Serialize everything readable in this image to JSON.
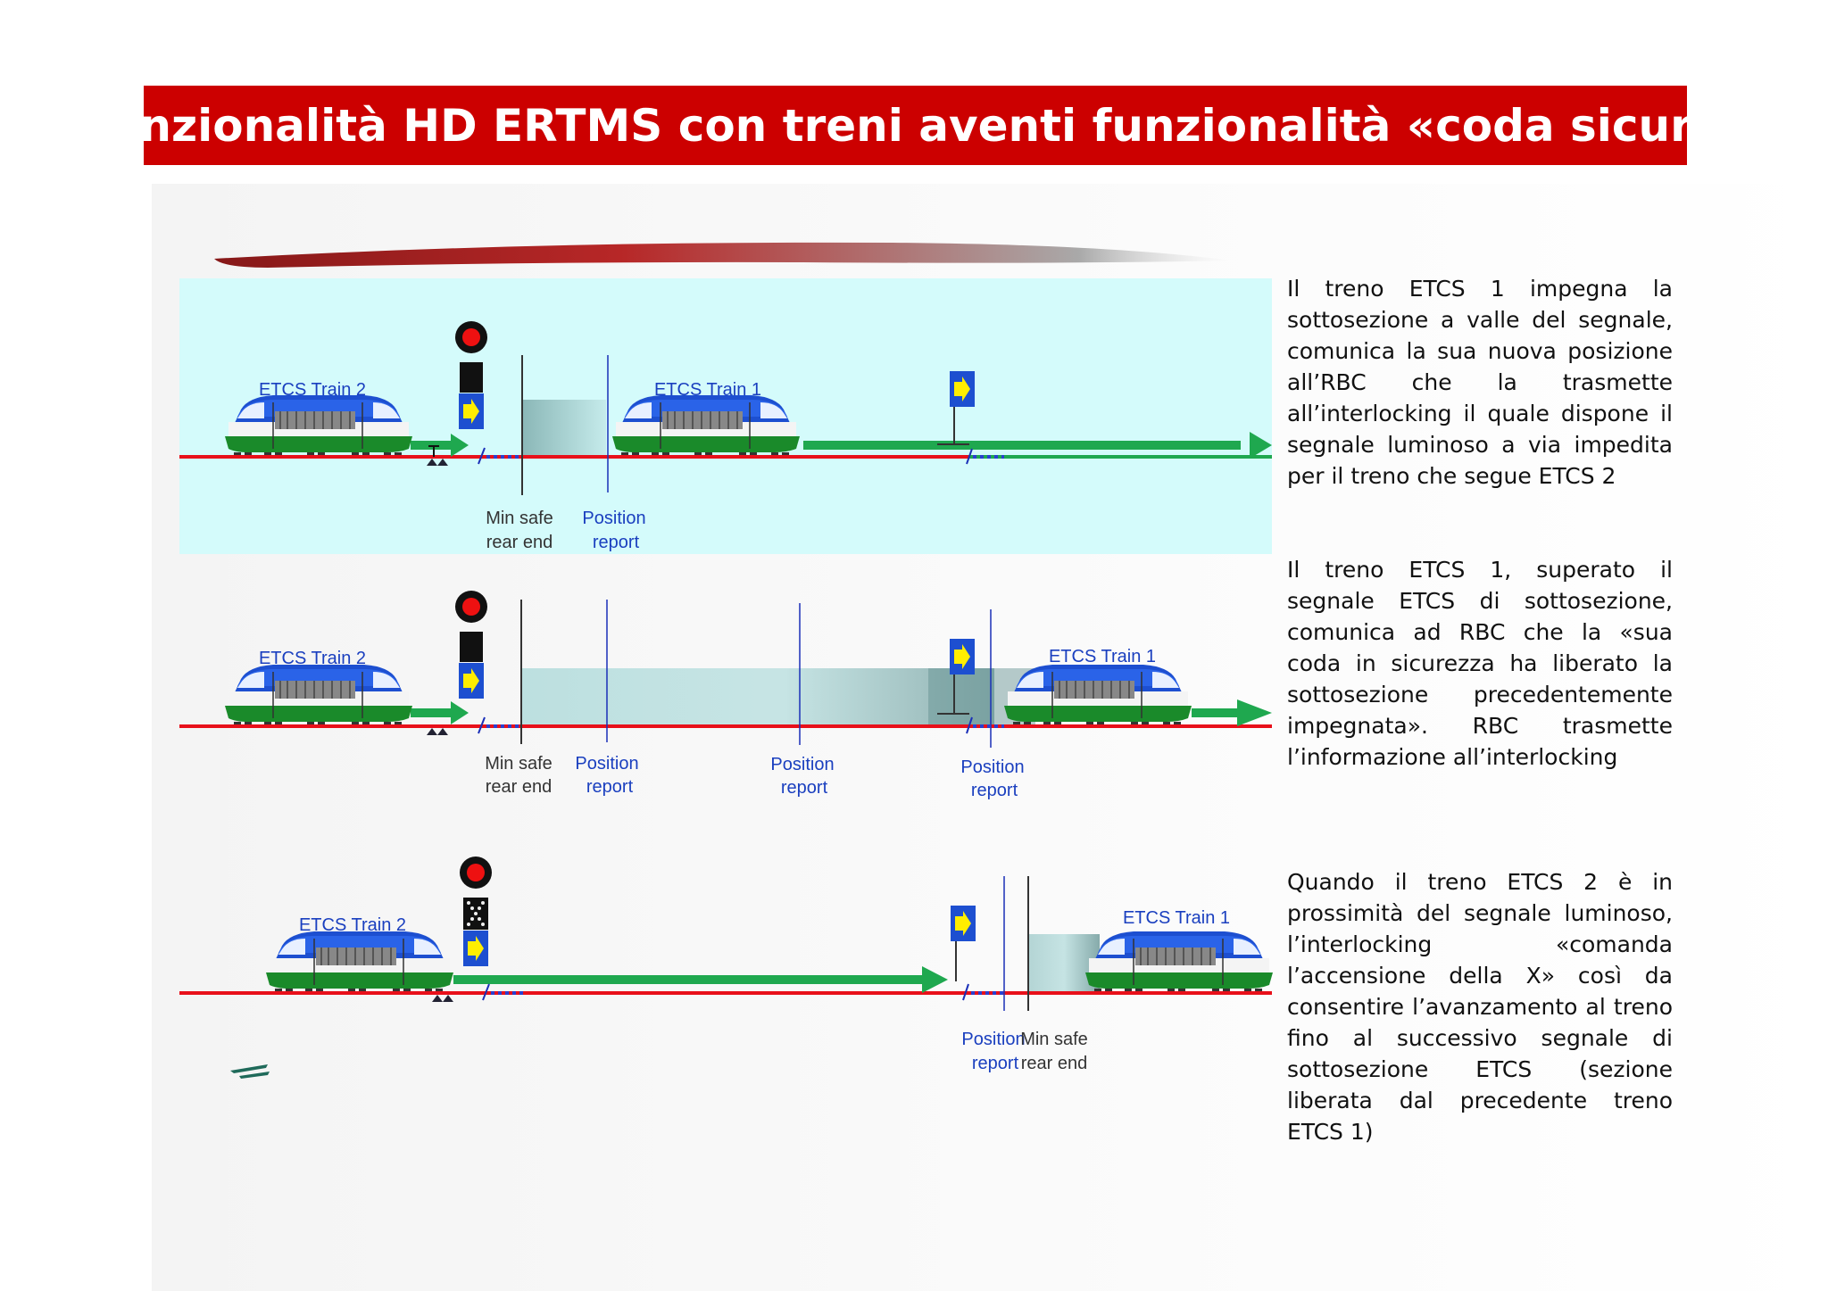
{
  "title": "Funzionalità HD ERTMS con treni aventi funzionalità «coda sicura»",
  "colors": {
    "title_bg": "#cc0000",
    "track": "#e8101a",
    "movement_arrow": "#1fa84f",
    "panel_bg": "#d4fbfb",
    "train_blue": "#1d4fd0",
    "train_green": "#1a8a2a",
    "position_line": "#1a2fb8"
  },
  "panels": [
    {
      "id": "panel-1",
      "trains": [
        "ETCS Train 2",
        "ETCS Train 1"
      ],
      "labels": {
        "min_safe": [
          "Min safe",
          "rear end"
        ],
        "position_reports": [
          [
            "Position",
            "report"
          ]
        ]
      },
      "signal": "red-with-blue-arrow",
      "description": "Il treno ETCS 1 impegna la sottosezione a valle del segnale, comunica la sua nuova posizione all’RBC che la trasmette all’interlocking il quale dispone il segnale luminoso a via impedita per il treno che segue ETCS 2"
    },
    {
      "id": "panel-2",
      "trains": [
        "ETCS Train 2",
        "ETCS Train 1"
      ],
      "labels": {
        "min_safe": [
          "Min safe",
          "rear end"
        ],
        "position_reports": [
          [
            "Position",
            "report"
          ],
          [
            "Position",
            "report"
          ],
          [
            "Position",
            "report"
          ]
        ]
      },
      "signal": "red-with-blue-arrow",
      "description": "Il treno ETCS 1, superato il segnale ETCS di sottosezione, comunica ad RBC che la «sua coda in sicurezza ha liberato la sottosezione precedentemente impegnata». RBC trasmette l’informazione all’interlocking"
    },
    {
      "id": "panel-3",
      "trains": [
        "ETCS Train 2",
        "ETCS Train 1"
      ],
      "labels": {
        "min_safe": [
          "Min safe",
          "rear end"
        ],
        "position_reports": [
          [
            "Position",
            "report"
          ]
        ]
      },
      "signal": "red-with-x-and-blue-arrow",
      "description": "Quando il treno ETCS 2 è in prossimità del segnale luminoso, l’interlocking «comanda l’accensione della X» così da consentire l’avanzamento al treno fino al successivo segnale di sottosezione ETCS (sezione liberata dal precedente treno ETCS 1)"
    }
  ]
}
